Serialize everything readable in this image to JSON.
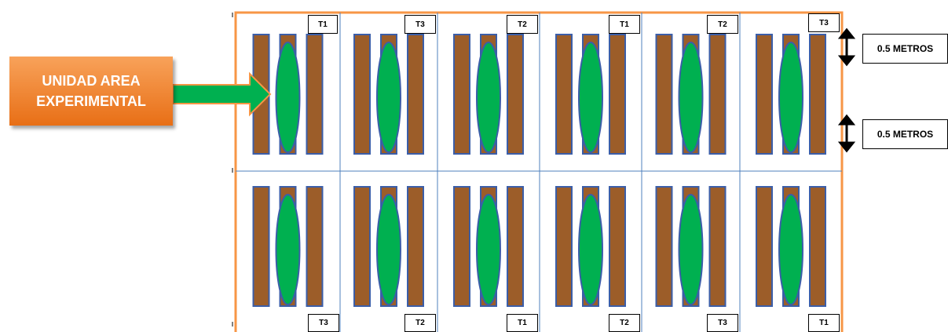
{
  "unit_label": {
    "line1": "UNIDAD AREA",
    "line2": "EXPERIMENTAL"
  },
  "measures": [
    "0.5 METROS",
    "0.5 METROS"
  ],
  "top_labels": [
    "T1",
    "T3",
    "T2",
    "T1",
    "T2",
    "T3"
  ],
  "bottom_labels": [
    "T3",
    "T2",
    "T1",
    "T2",
    "T3",
    "T1"
  ],
  "colors": {
    "border": "#f79646",
    "grid": "#4f81bd",
    "strip_fill": "#9c5d29",
    "strip_stroke": "#3b5ea8",
    "plant_fill": "#00b050",
    "arrow_fill": "#00b050",
    "arrow_stroke": "#f79646"
  }
}
